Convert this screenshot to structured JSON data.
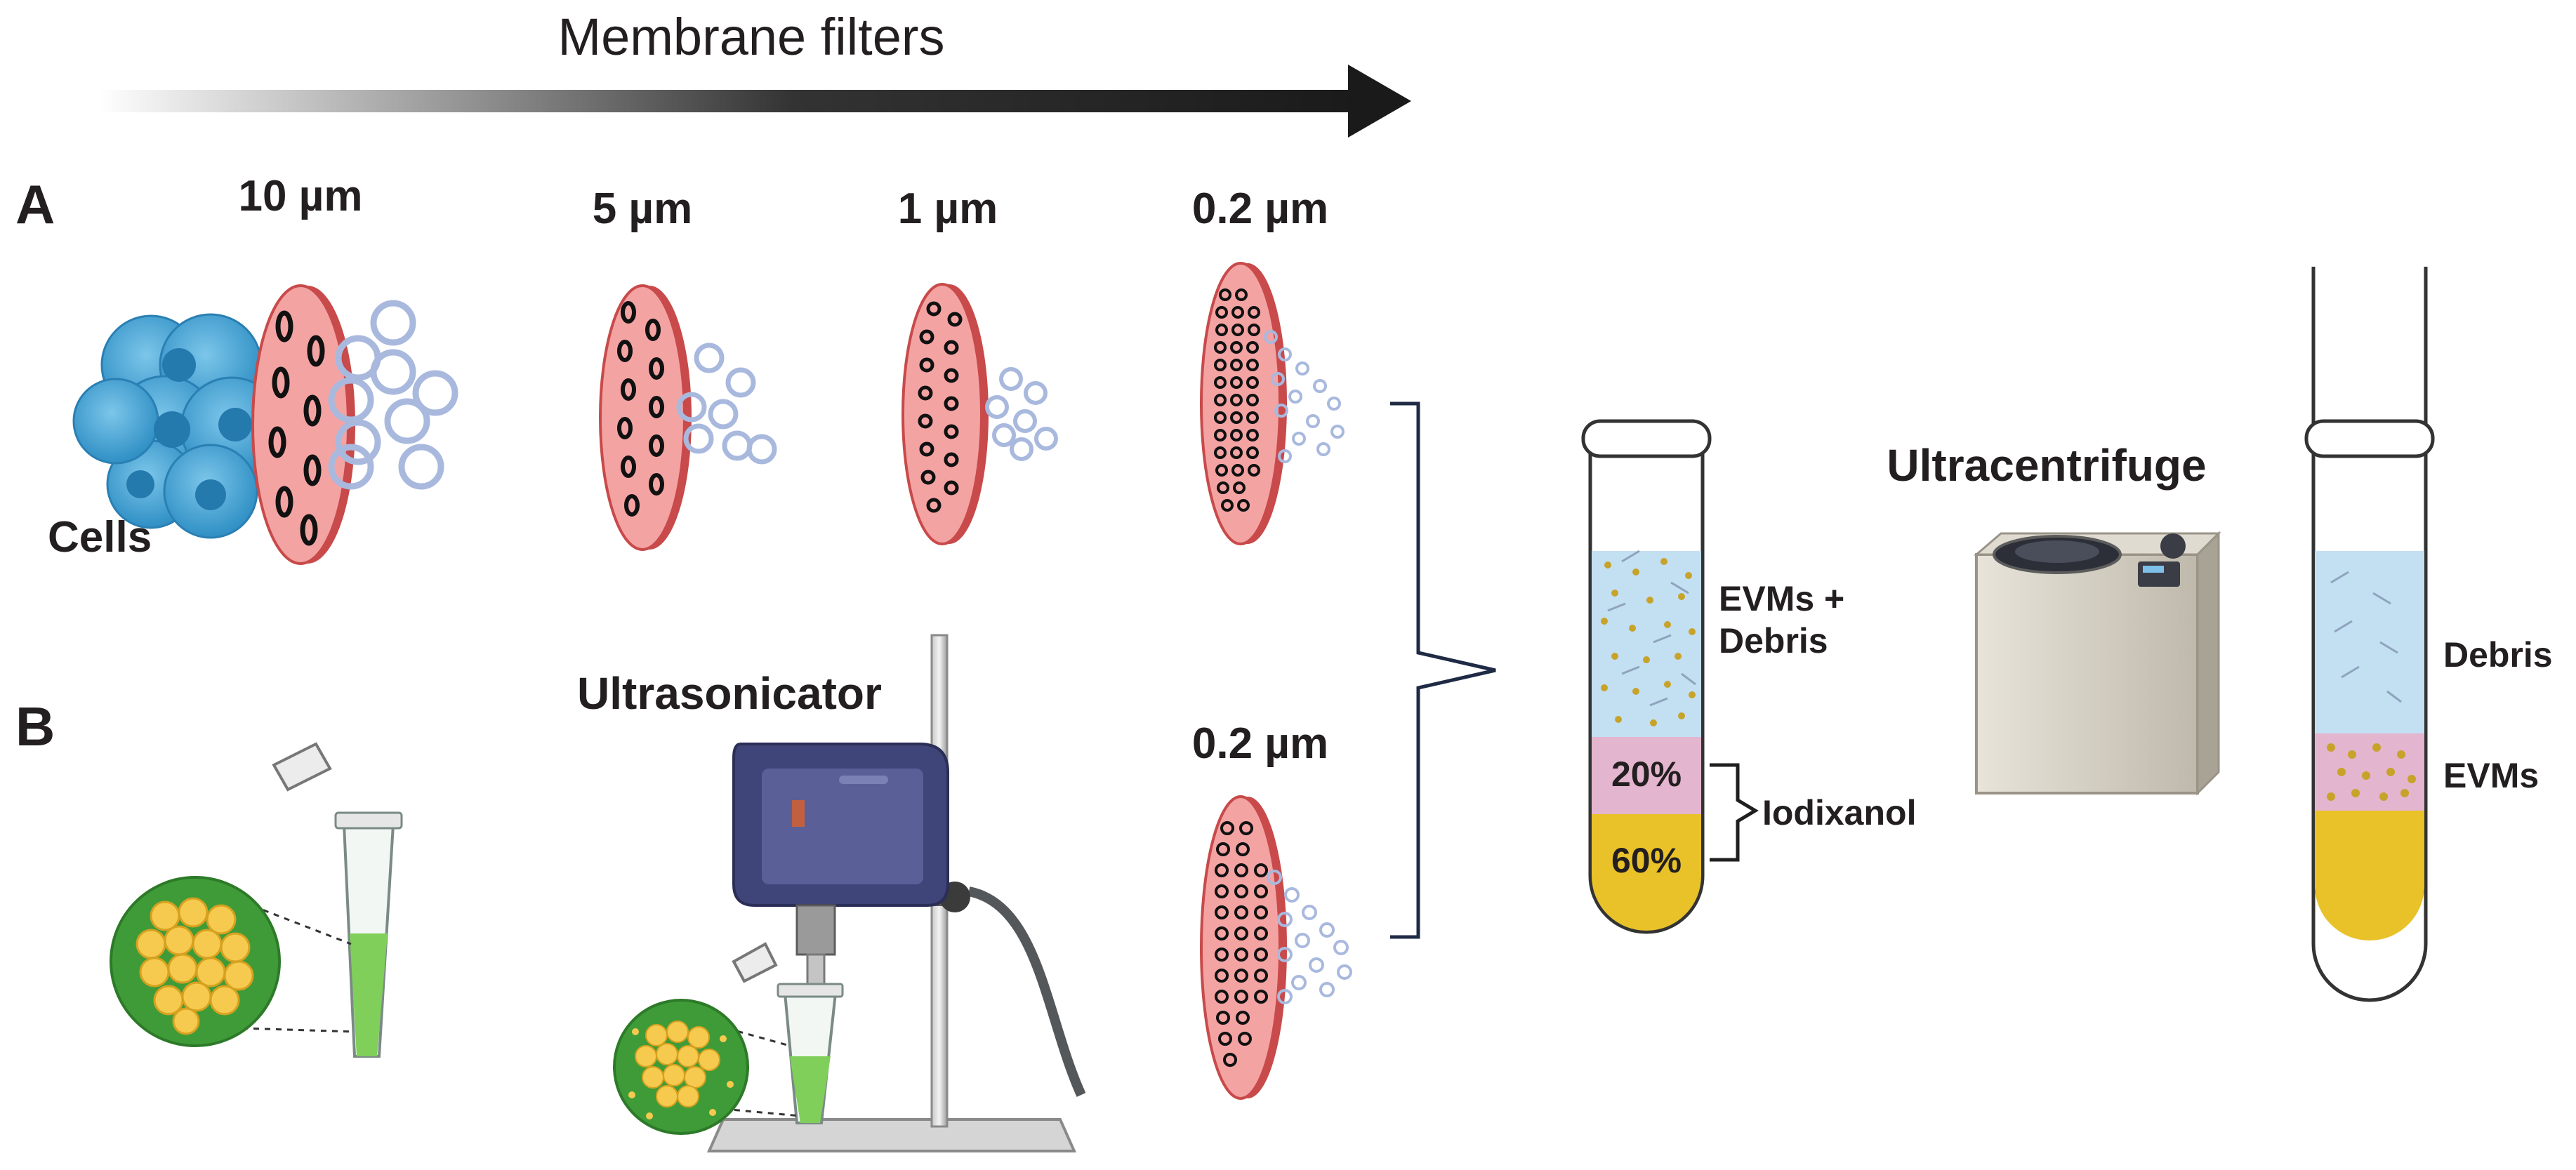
{
  "header": {
    "title": "Membrane filters"
  },
  "panel_a": {
    "letter": "A",
    "cells_label": "Cells",
    "filters": [
      "10 µm",
      "5 µm",
      "1 µm",
      "0.2 µm"
    ]
  },
  "panel_b": {
    "letter": "B",
    "instrument_label": "Ultrasonicator",
    "filter_label": "0.2 µm"
  },
  "gradient_tube": {
    "top_label_line1": "EVMs +",
    "top_label_line2": "Debris",
    "layer_20": "20%",
    "layer_60": "60%",
    "bracket_label": "Iodixanol"
  },
  "centrifuge": {
    "label": "Ultracentrifuge"
  },
  "result_tube": {
    "debris_label": "Debris",
    "evms_label": "EVMs"
  },
  "colors": {
    "filter_pink": "#f4a3a3",
    "filter_edge": "#c84a4a",
    "vesicle_blue": "#a9b9de",
    "cell_blue": "#4aa8d8",
    "debris_layer": "#c3dff2",
    "iodixanol_20": "#e4b5cf",
    "iodixanol_60": "#e9c229",
    "tube_green": "#7fcf5a",
    "zoom_green": "#3f9b38",
    "sonicator_navy": "#3f4479"
  },
  "icons": [
    "arrow-right-icon",
    "filter-disc-icon",
    "vesicle-icon",
    "cell-cluster-icon",
    "microtube-icon",
    "sonicator-icon",
    "centrifuge-icon",
    "bracket-icon"
  ]
}
